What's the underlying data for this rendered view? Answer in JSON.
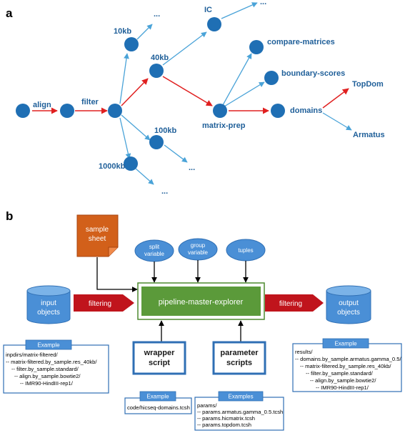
{
  "panel_a": {
    "letter": "a",
    "nodes": {
      "align": "align",
      "filter": "filter",
      "kb10": "10kb",
      "kb40": "40kb",
      "kb100": "100kb",
      "kb1000": "1000kb",
      "ic": "IC",
      "matrix_prep": "matrix-prep",
      "compare": "compare-matrices",
      "boundary": "boundary-scores",
      "domains": "domains",
      "topdom": "TopDom",
      "armatus": "Armatus",
      "ellipsis": "..."
    }
  },
  "panel_b": {
    "letter": "b",
    "sample_sheet": "sample sheet",
    "split_variable": "split variable",
    "group_variable": "group variable",
    "tuples": "tuples",
    "input_objects": "input objects",
    "output_objects": "output objects",
    "filtering": "filtering",
    "master": "pipeline-master-explorer",
    "wrapper_script": "wrapper script",
    "parameter_scripts": "parameter scripts",
    "example_left": {
      "title": "Example",
      "lines": [
        "inpdirs/matrix-filtered/",
        "-- matrix-filtered.by_sample.res_40kb/",
        "-- filter.by_sample.standard/",
        "-- align.by_sample.bowtie2/",
        "-- IMR90-HindIII-rep1/"
      ]
    },
    "example_right": {
      "title": "Example",
      "lines": [
        "results/",
        "-- domains.by_sample.armatus.gamma_0.5/",
        "-- matrix-filtered.by_sample.res_40kb/",
        "-- filter.by_sample.standard/",
        "-- align.by_sample.bowtie2/",
        "-- IMR90-HindIII-rep1/"
      ]
    },
    "example_wrapper": {
      "title": "Example",
      "lines": [
        "code/hicseq-domains.tcsh"
      ]
    },
    "examples_params": {
      "title": "Examples",
      "lines": [
        "params/",
        "-- params.armatus.gamma_0.5.tcsh",
        "-- params.hicmatrix.tcsh",
        "-- params.topdom.tcsh"
      ]
    }
  },
  "colors": {
    "node_blue": "#1f6fb4",
    "arrow_blue": "#4aa3d8",
    "arrow_red": "#e02020",
    "chevron_red": "#c0141c",
    "master_green": "#5b9a3a",
    "sheet_orange": "#d2601a",
    "label_blue": "#1f5f99"
  }
}
